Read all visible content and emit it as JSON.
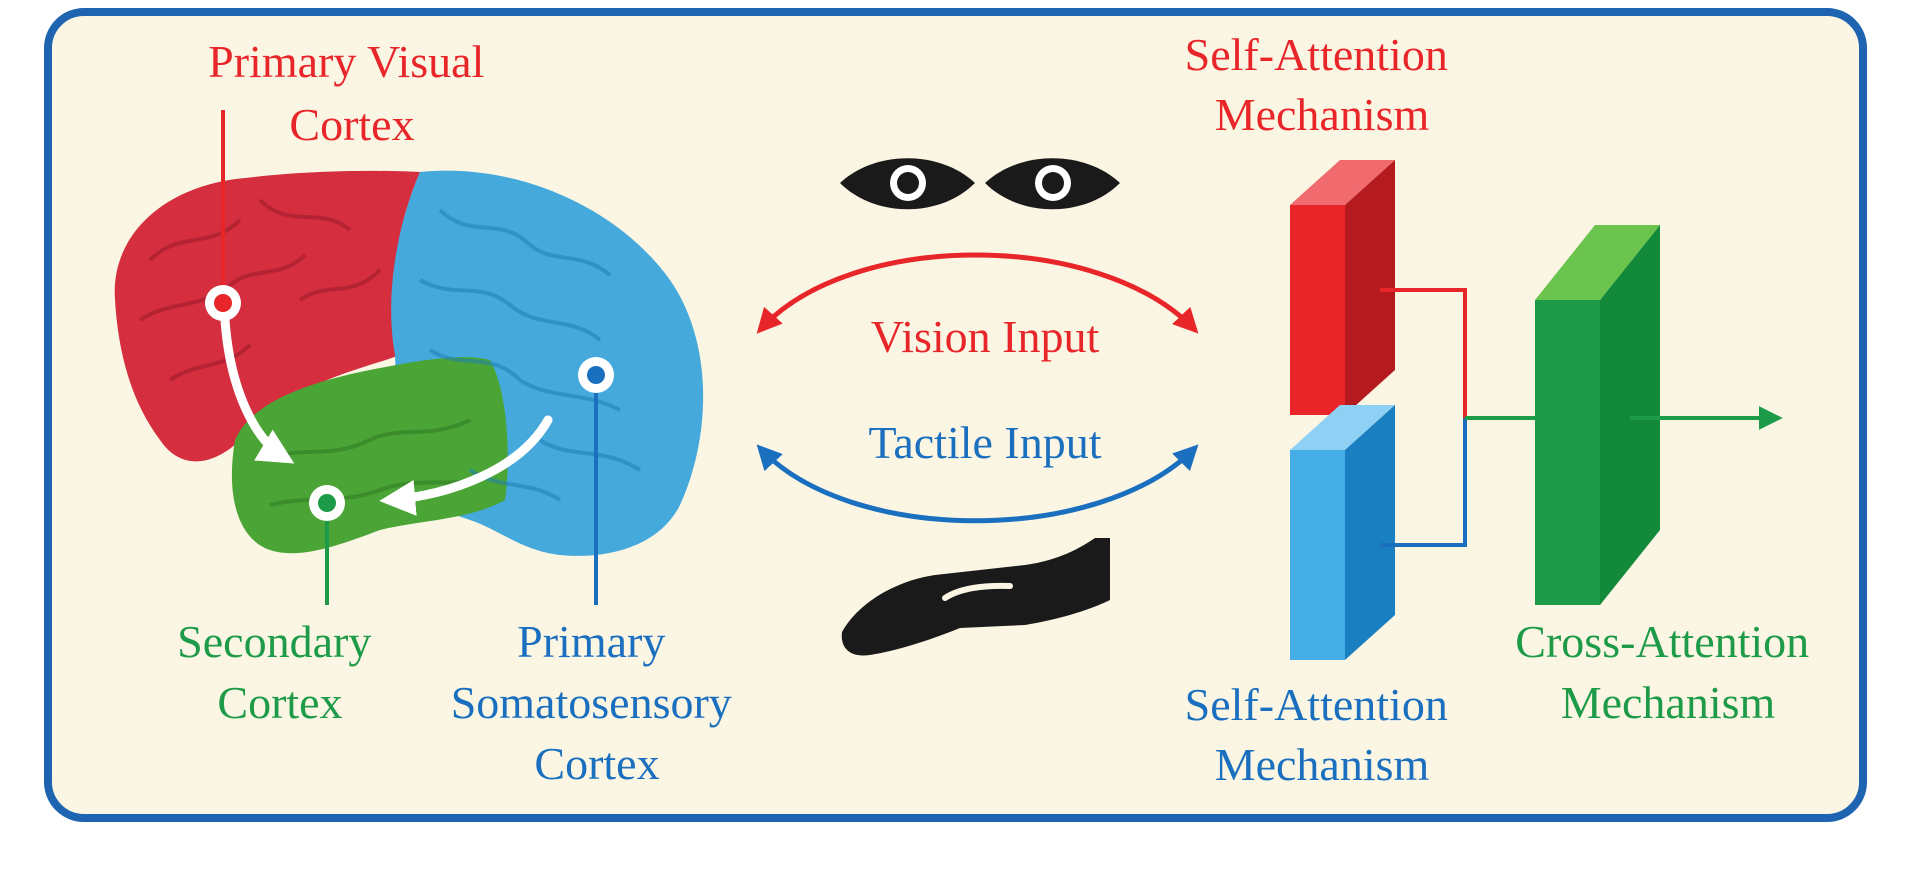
{
  "colors": {
    "frame": "#1f64b0",
    "panel": "#fbf6e4",
    "red": "#e8262a",
    "blue": "#1b6fbf",
    "green": "#1e9b48",
    "brain_red": "#d42e3f",
    "brain_blue": "#45a9dc",
    "brain_green": "#4aa536",
    "icon": "#1a1a1a"
  },
  "brain": {
    "primary_visual": [
      "Primary Visual",
      "Cortex"
    ],
    "secondary": [
      "Secondary",
      "Cortex"
    ],
    "primary_somatosensory": [
      "Primary",
      "Somatosensory",
      "Cortex"
    ]
  },
  "inputs": {
    "vision": "Vision Input",
    "tactile": "Tactile Input"
  },
  "icons": {
    "vision": "eyes-icon",
    "tactile": "hand-icon"
  },
  "model": {
    "self_attention_top": [
      "Self-Attention",
      "Mechanism"
    ],
    "self_attention_bottom": [
      "Self-Attention",
      "Mechanism"
    ],
    "cross_attention": [
      "Cross-Attention",
      "Mechanism"
    ]
  }
}
